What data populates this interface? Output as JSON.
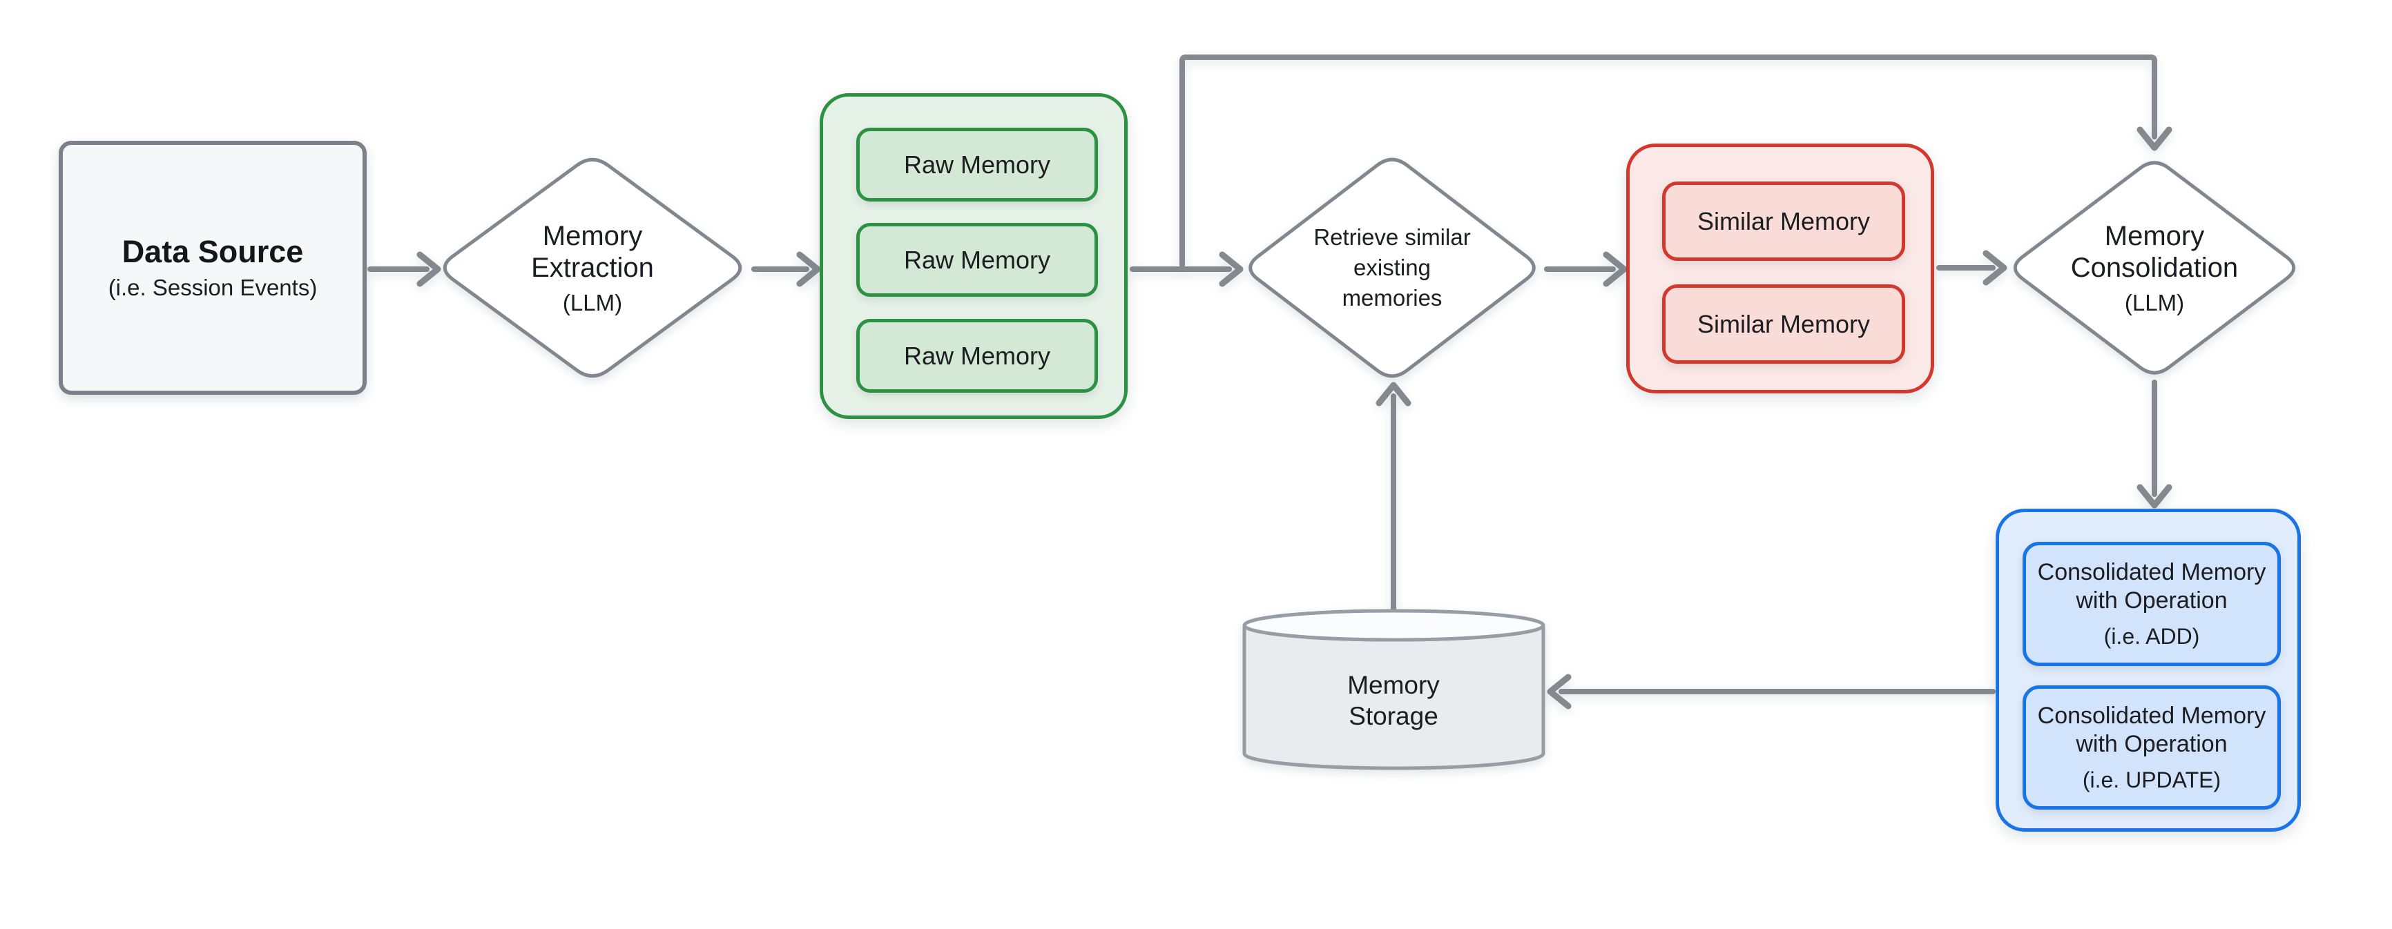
{
  "nodes": {
    "data_source": {
      "title": "Data Source",
      "subtitle": "(i.e. Session Events)"
    },
    "memory_extraction": {
      "line1": "Memory",
      "line2": "Extraction",
      "subtitle": "(LLM)"
    },
    "raw_memory_group": {
      "items": [
        "Raw Memory",
        "Raw Memory",
        "Raw Memory"
      ]
    },
    "retrieve_memories": {
      "line1": "Retrieve similar",
      "line2": "existing",
      "line3": "memories"
    },
    "similar_memory_group": {
      "items": [
        "Similar Memory",
        "Similar Memory"
      ]
    },
    "memory_consolidation": {
      "line1": "Memory",
      "line2": "Consolidation",
      "subtitle": "(LLM)"
    },
    "consolidated_memory_group": {
      "items": [
        {
          "line1": "Consolidated Memory",
          "line2": "with Operation",
          "subtitle": "(i.e. ADD)"
        },
        {
          "line1": "Consolidated Memory",
          "line2": "with Operation",
          "subtitle": "(i.e. UPDATE)"
        }
      ]
    },
    "memory_storage": {
      "line1": "Memory",
      "line2": "Storage"
    }
  },
  "colors": {
    "green_border": "#2d9144",
    "green_container_fill": "#e6f2e7",
    "green_box_fill": "#d4e8d6",
    "red_border": "#d2382b",
    "red_container_fill": "#fbe9e7",
    "red_box_fill": "#f9dbd7",
    "blue_border": "#1a73e8",
    "blue_container_fill": "#e1ecfc",
    "blue_box_fill": "#d2e3fc",
    "outline_gray": "#81878f",
    "arrow_gray": "#83898f",
    "data_source_fill": "#f6f7f9",
    "data_source_border": "#7a818b",
    "cylinder_fill": "#e9ebee",
    "cylinder_top_fill": "#fbfcfe",
    "cylinder_stroke": "#979da4",
    "text": "#1b1d20"
  }
}
